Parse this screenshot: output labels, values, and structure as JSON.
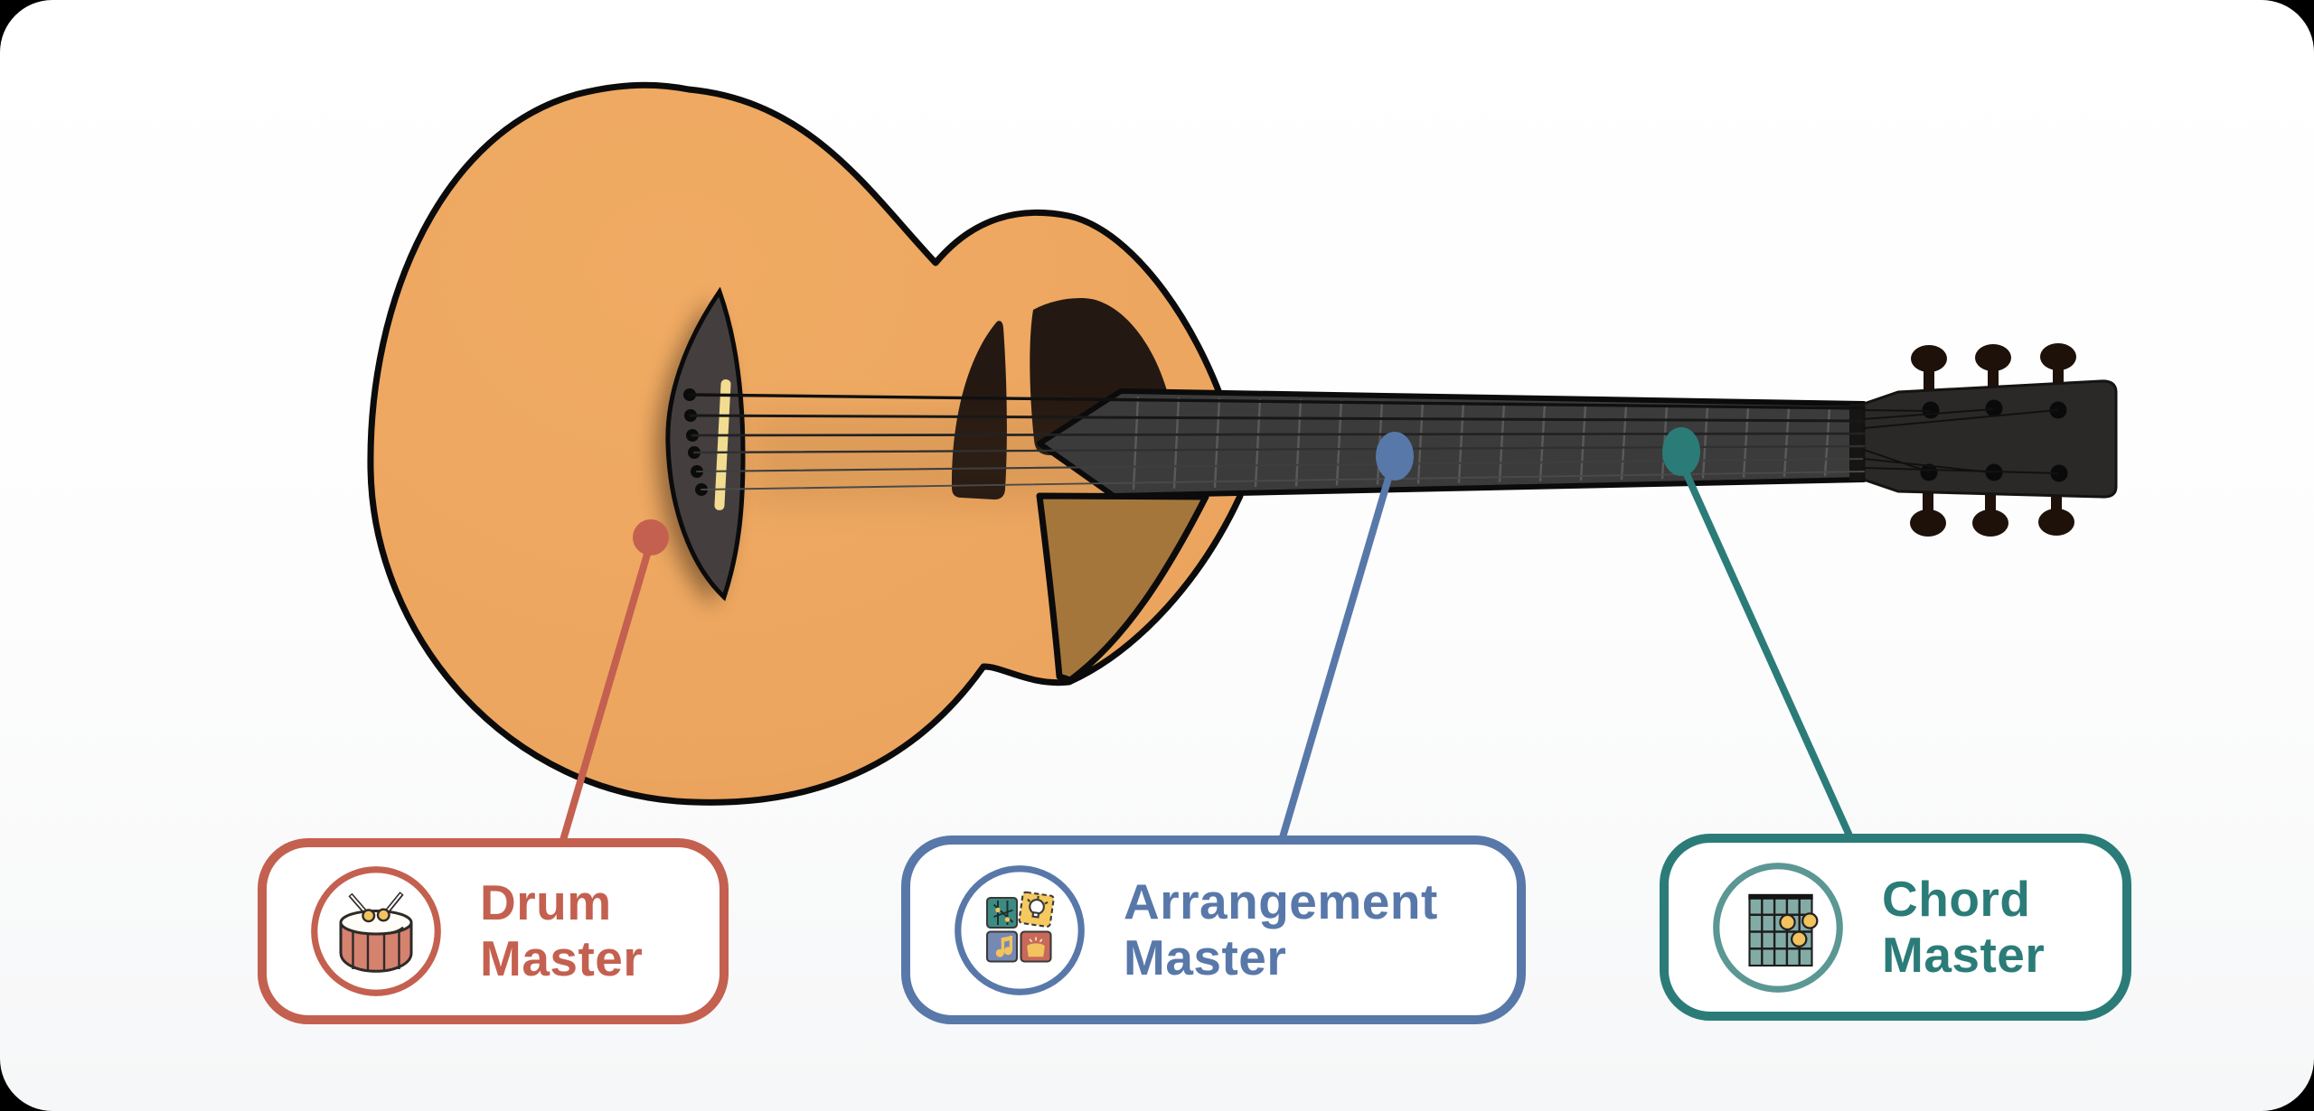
{
  "page": {
    "outside_background": "#000000",
    "surface": "#ffffff"
  },
  "diagram": {
    "subject": "acoustic-guitar-with-labeled-features"
  },
  "callouts": [
    {
      "id": "drum-master",
      "line1": "Drum",
      "line2": "Master",
      "accent": "#C4604F",
      "icon": "drum-icon"
    },
    {
      "id": "arrangement-master",
      "line1": "Arrangement",
      "line2": "Master",
      "accent": "#5878A9",
      "icon": "puzzle-pieces-icon"
    },
    {
      "id": "chord-master",
      "line1": "Chord",
      "line2": "Master",
      "accent": "#2B7C78",
      "icon": "chord-diagram-icon"
    }
  ],
  "theme": {
    "body-orange": "#ECA55F",
    "body-orange-deep": "#E29950",
    "cutaway-brown": "#A5763B",
    "soundhole-dark": "#241812",
    "bridge-gray": "#443F3E",
    "saddle-cream": "#F2DC90",
    "neck-gray": "#3B3B3B",
    "fret-gray": "#5E5E5E",
    "headstock-dark": "#2B2928",
    "tuner-dark": "#1E1109",
    "outline-black": "#0B0B0B",
    "ring-teal": "#5B9794",
    "accent-yellow": "#F2C35E",
    "drum-skin": "#D5826F"
  }
}
